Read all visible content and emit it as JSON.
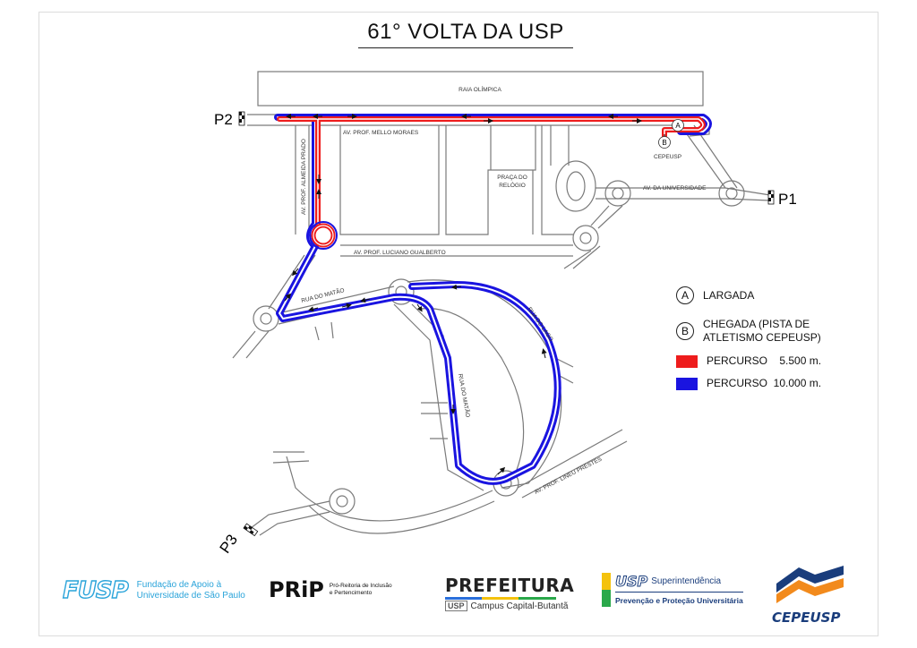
{
  "title": "61° VOLTA DA USP",
  "map": {
    "labels": {
      "raia": "RAIA OLÍMPICA",
      "mello_moraes": "AV. PROF. MELLO MORAES",
      "almeida_prado": "AV. PROF. ALMEIDA PRADO",
      "praca_line1": "PRAÇA DO",
      "praca_line2": "RELÓGIO",
      "universidade": "AV. DA UNIVERSIDADE",
      "luciano": "AV. PROF.  LUCIANO GUALBERTO",
      "matao_1": "RUA DO MATÃO",
      "matao_2": "RUA DO MATÃO",
      "lago": "RUA DO LAGO",
      "lineu": "AV. PROF.  LINEU PRESTES",
      "cepeusp": "CEPEUSP"
    },
    "points": {
      "p1": "P1",
      "p2": "P2",
      "p3": "P3",
      "a": "A",
      "b": "B"
    },
    "colors": {
      "route_5500": "#ee1c1c",
      "route_10000": "#1a14e0",
      "roads": "#777777"
    }
  },
  "legend": {
    "largada_marker": "A",
    "largada": "LARGADA",
    "chegada_marker": "B",
    "chegada_line1": "CHEGADA (PISTA DE",
    "chegada_line2": "ATLETISMO CEPEUSP)",
    "percurso_5500": "PERCURSO    5.500 m.",
    "percurso_10000": "PERCURSO  10.000 m."
  },
  "footer": {
    "fusp_mark": "FUSP",
    "fusp_line1": "Fundação de Apoio à",
    "fusp_line2": "Universidade de São Paulo",
    "prip_mark": "PRiP",
    "prip_line1": "Pró-Reitoria de Inclusão",
    "prip_line2": "e Pertencimento",
    "prefeitura": "PREFEITURA",
    "prefeitura_usp": "USP",
    "prefeitura_sub": "Campus Capital-Butantã",
    "sup_usp": "USP",
    "sup_title": "Superintendência",
    "sup_sub": "Prevenção e Proteção Universitária",
    "cepeusp": "CEPEUSP"
  }
}
